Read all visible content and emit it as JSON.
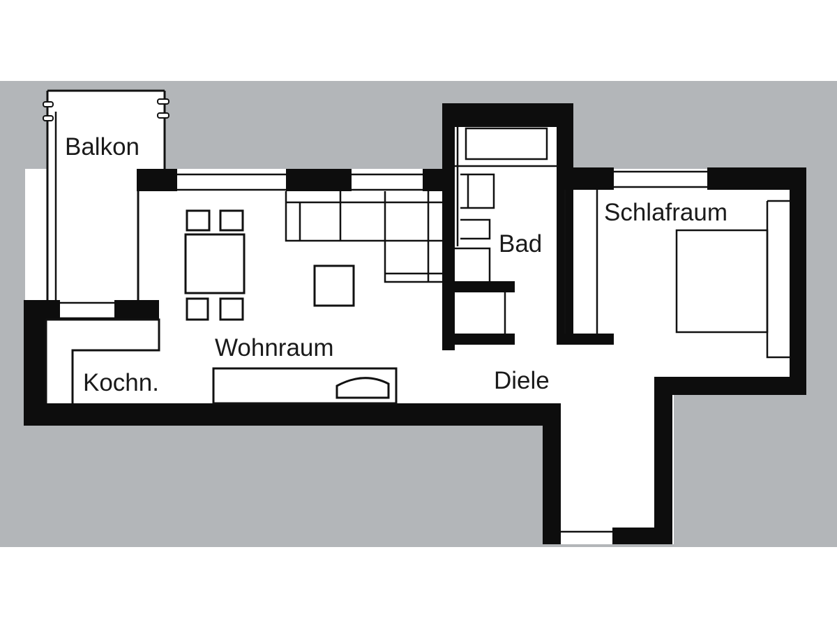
{
  "plan": {
    "background_color": "#b3b6b9",
    "page_color": "#ffffff",
    "wall_color": "#0d0d0d",
    "floor_color": "#ffffff",
    "rooms": [
      {
        "id": "balkon",
        "label": "Balkon"
      },
      {
        "id": "wohnraum",
        "label": "Wohnraum"
      },
      {
        "id": "kochn",
        "label": "Kochn."
      },
      {
        "id": "bad",
        "label": "Bad"
      },
      {
        "id": "schlafraum",
        "label": "Schlafraum"
      },
      {
        "id": "diele",
        "label": "Diele"
      }
    ]
  }
}
